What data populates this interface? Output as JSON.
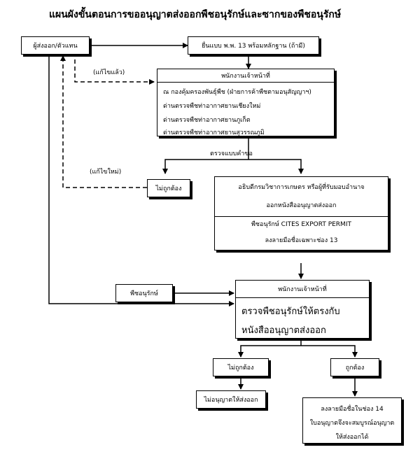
{
  "title": "แผนผังขั้นตอนการขออนุญาตส่งออกพืชอนุรักษ์และซากของพืชอนุรักษ์",
  "applicant": "ผู้ส่งออก/ตัวแทน",
  "submit_form": "ยื่นแบบ พ.พ. 13 พร้อมหลักฐาน (ถ้ามี)",
  "officer_box": {
    "header": "พนักงานเจ้าหน้าที่",
    "lines": [
      "ณ  กองคุ้มครองพันธุ์พืช (ฝ่ายการค้าพืชตามอนุสัญญาฯ)",
      "ด่านตรวจพืชท่าอากาศยานเชียงใหม่",
      "ด่านตรวจพืชท่าอากาศยานภูเก็ต",
      "ด่านตรวจพืชท่าอากาศยานสุวรรณภูมิ"
    ]
  },
  "fixed_label": "(แก้ไขแล้ว)",
  "check_form": "ตรวจแบบคำขอ",
  "refix_label": "(แก้ไขใหม่)",
  "incorrect_1": "ไม่ถูกต้อง",
  "approval_box": {
    "line1": "อธิบดีกรมวิชาการเกษตร หรือผู้ที่รับมอบอำนาจ",
    "line2": "ออกหนังสืออนุญาตส่งออก",
    "line3": "พืชอนุรักษ์ CITES EXPORT PERMIT",
    "line4": "ลงลายมือชื่อเฉพาะช่อง 13"
  },
  "plant": "พืชอนุรักษ์",
  "inspect_box": {
    "header": "พนักงานเจ้าหน้าที่",
    "line1": "ตรวจพืชอนุรักษ์ให้ตรงกับ",
    "line2": "หนังสืออนุญาตส่งออก"
  },
  "incorrect_2": "ไม่ถูกต้อง",
  "correct": "ถูกต้อง",
  "not_permitted": "ไม่อนุญาตให้ส่งออก",
  "final_box": {
    "line1": "ลงลายมือชื่อในช่อง 14",
    "line2": "ใบอนุญาตจึงจะสมบูรณ์อนุญาต",
    "line3": "ให้ส่งออกได้"
  }
}
